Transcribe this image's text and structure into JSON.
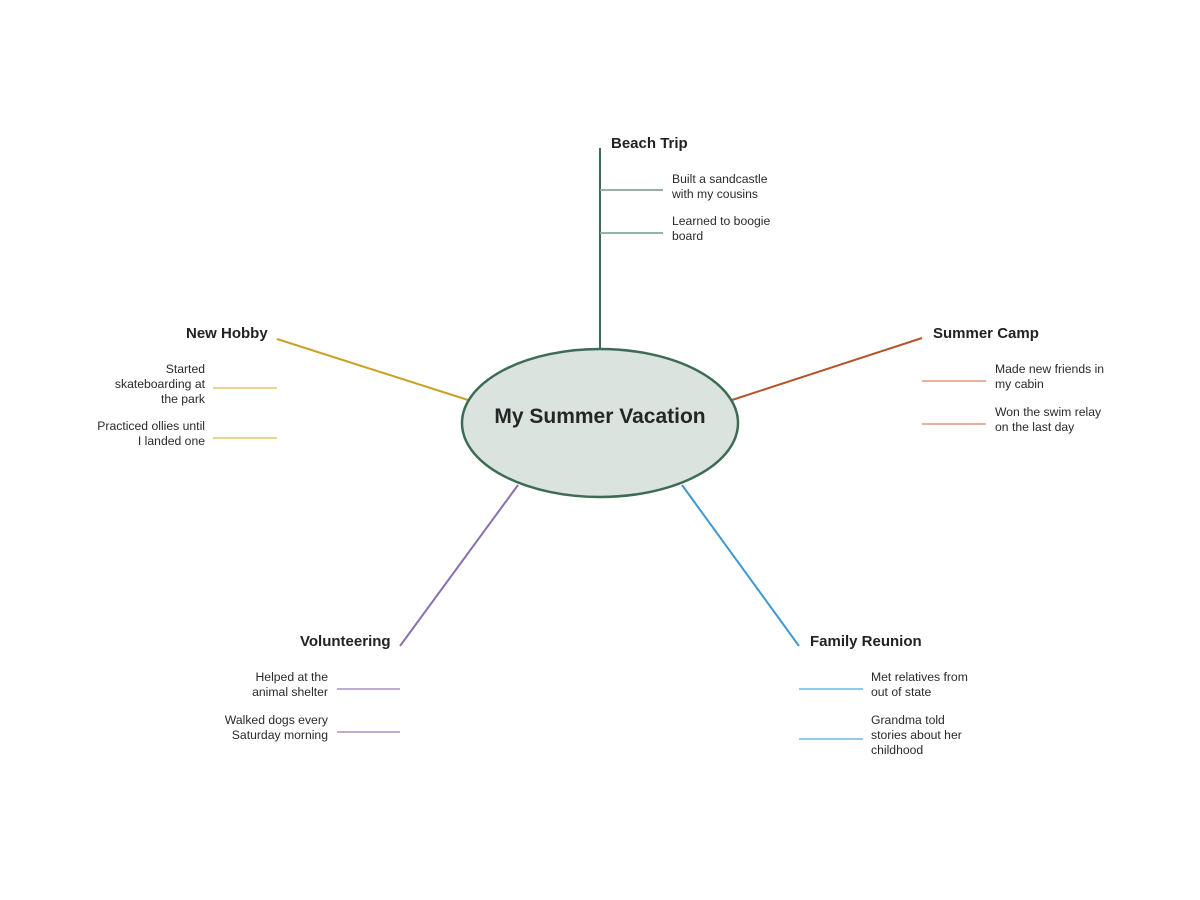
{
  "center": {
    "title": "My Summer Vacation",
    "fill": "#dbe3de",
    "stroke": "#3e6b55"
  },
  "branches": [
    {
      "title": "Beach Trip",
      "color": "#3e6b55",
      "leaf_color": "#8aa59a",
      "leaves": [
        "Built a sandcastle with my cousins",
        "Learned to boogie board"
      ]
    },
    {
      "title": "Summer Camp",
      "color": "#b5532a",
      "leaf_color": "#e2a78d",
      "leaves": [
        "Made new friends in my cabin",
        "Won the swim relay on the last day"
      ]
    },
    {
      "title": "Family Reunion",
      "color": "#3d97d1",
      "leaf_color": "#86c1e6",
      "leaves": [
        "Met relatives from out of state",
        "Grandma told stories about her childhood"
      ]
    },
    {
      "title": "Volunteering",
      "color": "#8a6fb0",
      "leaf_color": "#b3a3cc",
      "leaves": [
        "Helped at the animal shelter",
        "Walked dogs every Saturday morning"
      ]
    },
    {
      "title": "New Hobby",
      "color": "#c9a128",
      "leaf_color": "#e6cd80",
      "leaves": [
        "Started skateboarding at the park",
        "Practiced ollies until I landed one"
      ]
    }
  ]
}
